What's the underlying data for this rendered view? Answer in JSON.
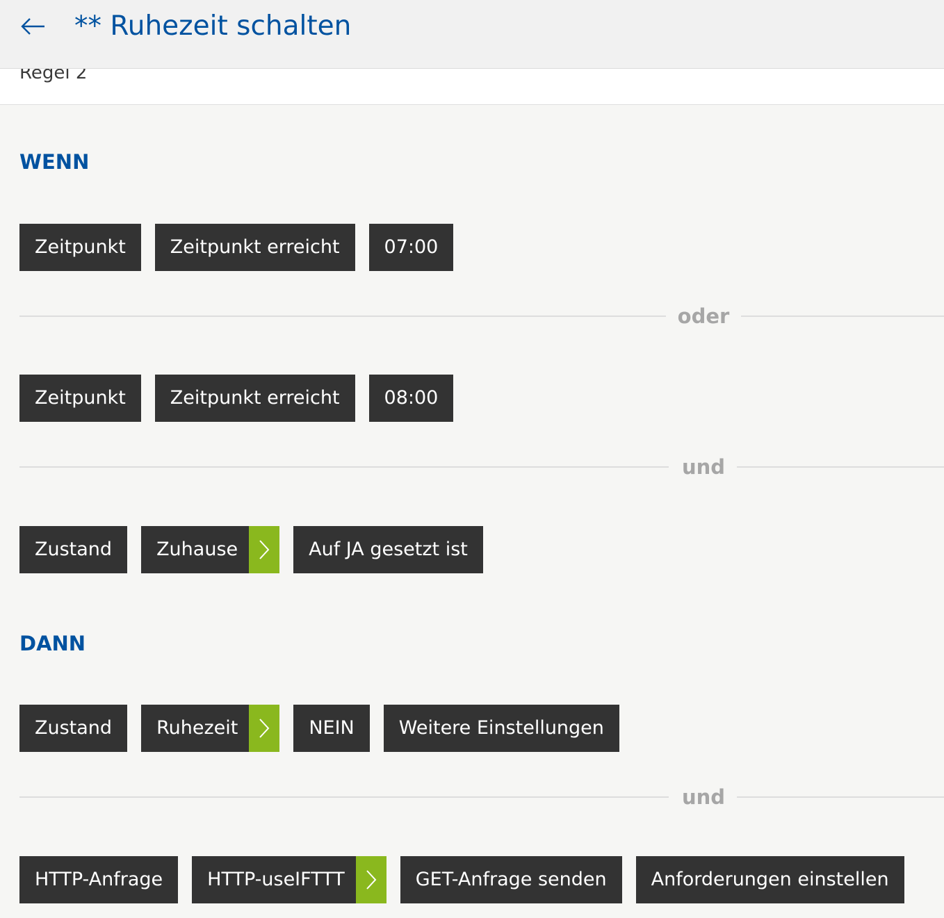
{
  "header": {
    "title": "** Ruhezeit schalten",
    "back_icon": "arrow-left-icon"
  },
  "rule_name": "Regel 2",
  "colors": {
    "accent_blue": "#0052a0",
    "chip_bg": "#333333",
    "arrow_green": "#8ab81e",
    "separator_text": "#a6a6a6"
  },
  "wenn": {
    "heading": "WENN",
    "condition_1": [
      "Zeitpunkt",
      "Zeitpunkt erreicht",
      "07:00"
    ],
    "separator_1": "oder",
    "condition_2": [
      "Zeitpunkt",
      "Zeitpunkt erreicht",
      "08:00"
    ],
    "separator_2": "und",
    "condition_3": {
      "type": "Zustand",
      "state": "Zuhause",
      "value": "Auf JA gesetzt ist"
    }
  },
  "dann": {
    "heading": "DANN",
    "action_1": {
      "type": "Zustand",
      "state": "Ruhezeit",
      "value": "NEIN",
      "settings": "Weitere Einstellungen"
    },
    "separator": "und",
    "action_2": {
      "type": "HTTP-Anfrage",
      "target": "HTTP-useIFTTT",
      "method": "GET-Anfrage senden",
      "settings": "Anforderungen einstellen"
    }
  }
}
